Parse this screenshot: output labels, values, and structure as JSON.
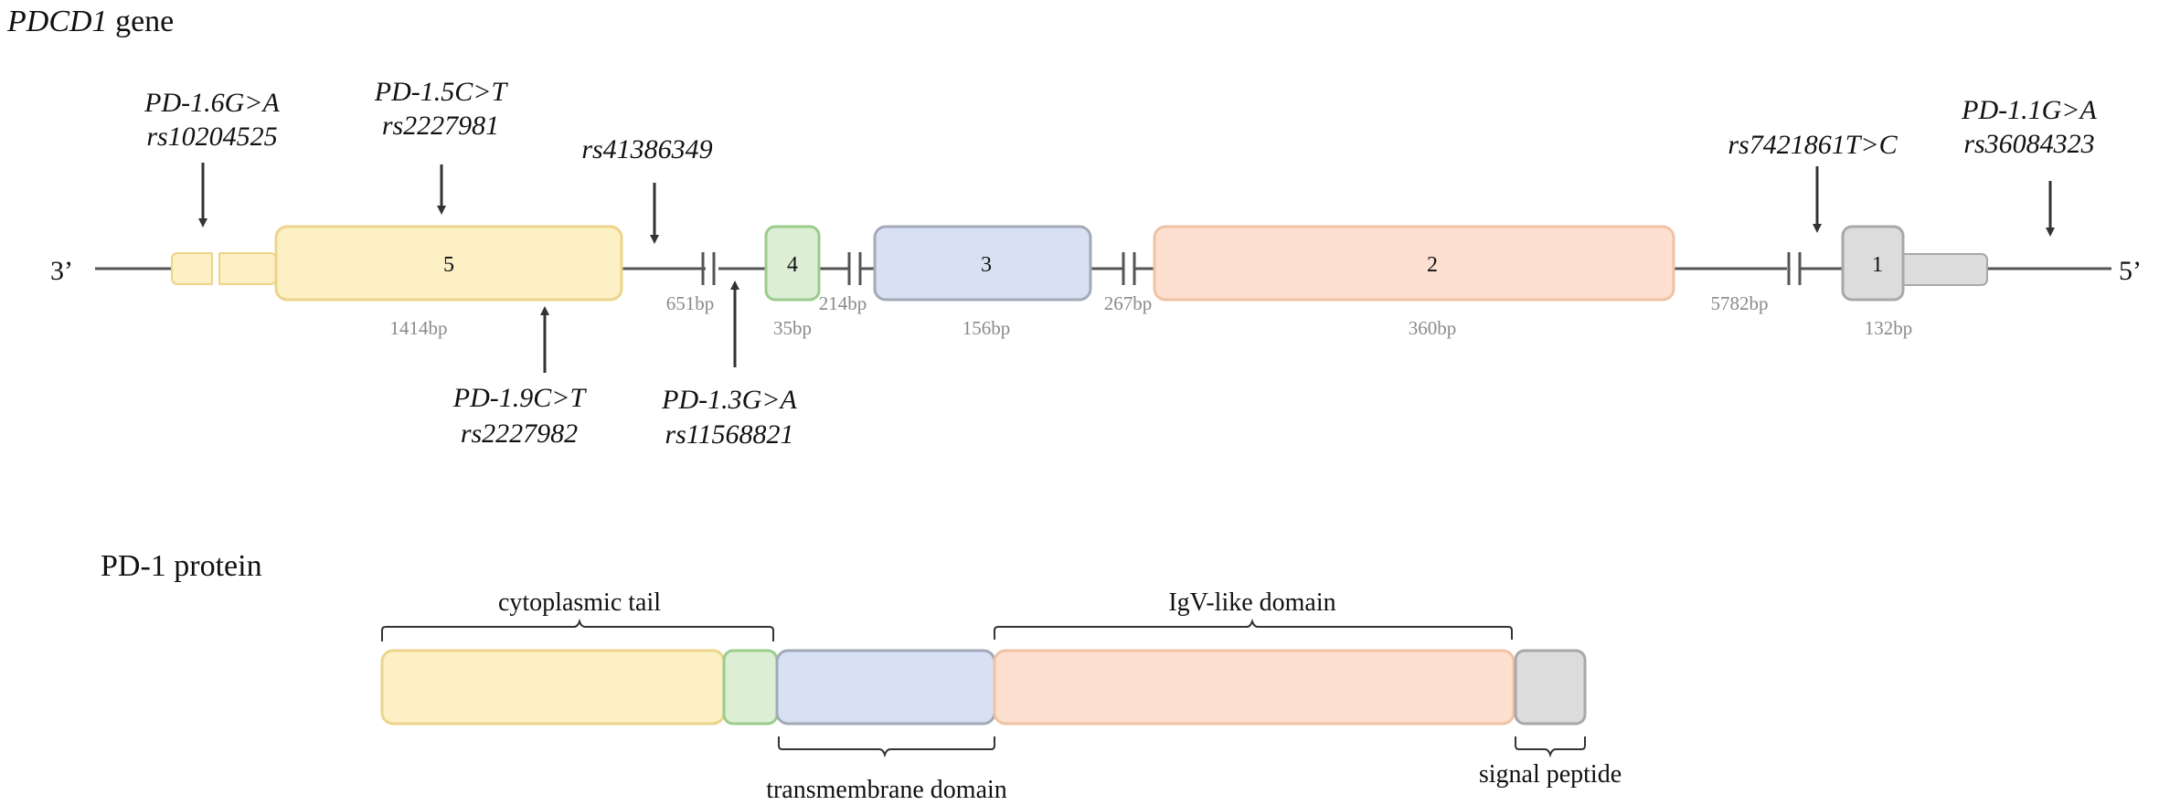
{
  "gene": {
    "title_italic": "PDCD1",
    "title_rest": " gene",
    "end_left": "3’",
    "end_right": "5’",
    "exons": [
      {
        "id": "5",
        "label": "5",
        "size": "1414bp",
        "color": "#fdf0c4",
        "stroke": "#ecd48c"
      },
      {
        "id": "4",
        "label": "4",
        "size": "35bp",
        "color": "#dcefd4",
        "stroke": "#9ccb8c"
      },
      {
        "id": "3",
        "label": "3",
        "size": "156bp",
        "color": "#d7e1f3",
        "stroke": "#a3a9b8"
      },
      {
        "id": "2",
        "label": "2",
        "size": "360bp",
        "color": "#fde0d0",
        "stroke": "#f0c2a5"
      },
      {
        "id": "1",
        "label": "1",
        "size": "132bp",
        "color": "#dcdcdc",
        "stroke": "#a8a8a8"
      }
    ],
    "introns": [
      {
        "id": "i5-4",
        "size": "651bp"
      },
      {
        "id": "i4-3",
        "size": "214bp"
      },
      {
        "id": "i3-2",
        "size": "267bp"
      },
      {
        "id": "i2-1",
        "size": "5782bp"
      }
    ],
    "snps": [
      {
        "id": "pd16",
        "name": "PD-1.6G>A",
        "rs": "rs10204525"
      },
      {
        "id": "pd15",
        "name": "PD-1.5C>T",
        "rs": "rs2227981"
      },
      {
        "id": "rs41",
        "name": "",
        "rs": "rs41386349"
      },
      {
        "id": "rs74",
        "name": "",
        "rs": "rs7421861T>C"
      },
      {
        "id": "pd11",
        "name": "PD-1.1G>A",
        "rs": "rs36084323"
      },
      {
        "id": "pd19",
        "name": "PD-1.9C>T",
        "rs": "rs2227982"
      },
      {
        "id": "pd13",
        "name": "PD-1.3G>A",
        "rs": "rs11568821"
      }
    ]
  },
  "protein": {
    "title": "PD-1 protein",
    "domains": [
      {
        "id": "cyto",
        "label": "cytoplasmic tail"
      },
      {
        "id": "tm",
        "label": "transmembrane domain"
      },
      {
        "id": "igv",
        "label": "IgV-like domain"
      },
      {
        "id": "sp",
        "label": "signal peptide"
      }
    ],
    "colors": {
      "yellow": "#fdf0c4",
      "green": "#dcefd4",
      "blue": "#d7e1f3",
      "peach": "#fde0d0",
      "gray": "#dcdcdc"
    }
  }
}
